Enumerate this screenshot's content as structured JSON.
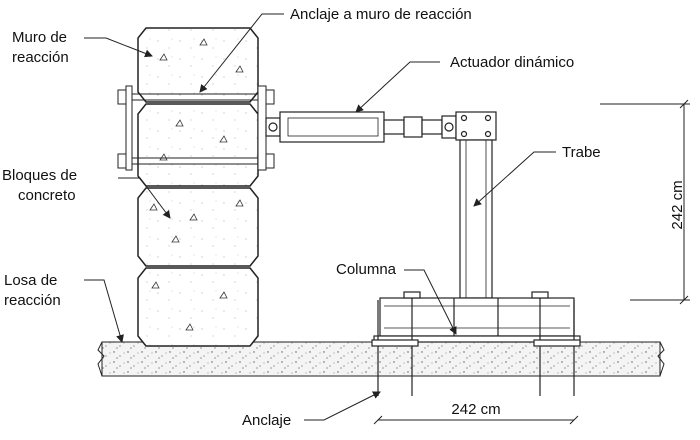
{
  "labels": {
    "muro_line1": "Muro de",
    "muro_line2": "reacción",
    "anclaje_muro": "Anclaje a muro de reacción",
    "actuador": "Actuador dinámico",
    "trabe": "Trabe",
    "bloques_line1": "Bloques de",
    "bloques_line2": "concreto",
    "columna": "Columna",
    "losa_line1": "Losa de",
    "losa_line2": "reacción",
    "anclaje": "Anclaje"
  },
  "dimensions": {
    "vertical": "242 cm",
    "horizontal": "242 cm"
  },
  "colors": {
    "line": "#222222",
    "concrete": "#f7f7f7",
    "hatch": "#555555"
  }
}
